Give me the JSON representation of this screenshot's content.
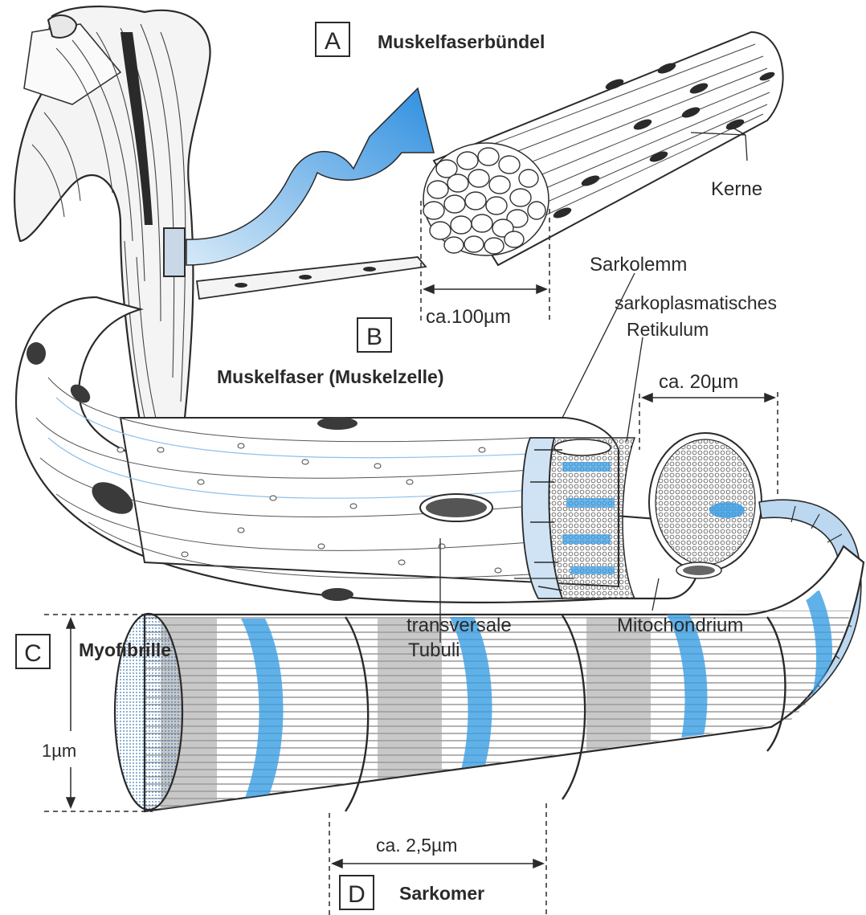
{
  "sections": {
    "A": {
      "letter": "A",
      "title": "Muskelfaserbündel"
    },
    "B": {
      "letter": "B",
      "title": "Muskelfaser (Muskelzelle)"
    },
    "C": {
      "letter": "C",
      "title": "Myofibrille"
    },
    "D": {
      "letter": "D",
      "title": "Sarkomer"
    }
  },
  "labels": {
    "kerne": "Kerne",
    "sarkolemm": "Sarkolemm",
    "sr_line1": "sarkoplasmatisches",
    "sr_line2": "Retikulum",
    "tubuli_line1": "transversale",
    "tubuli_line2": "Tubuli",
    "mitochondrium": "Mitochondrium"
  },
  "measurements": {
    "bundle_width": "ca.100µm",
    "fiber_diameter": "ca. 20µm",
    "myofibril_diameter": "1µm",
    "sarcomere_length": "ca. 2,5µm"
  },
  "colors": {
    "accent_blue": "#3a9ee4",
    "ink": "#2a2a2a",
    "paper": "#ffffff"
  }
}
